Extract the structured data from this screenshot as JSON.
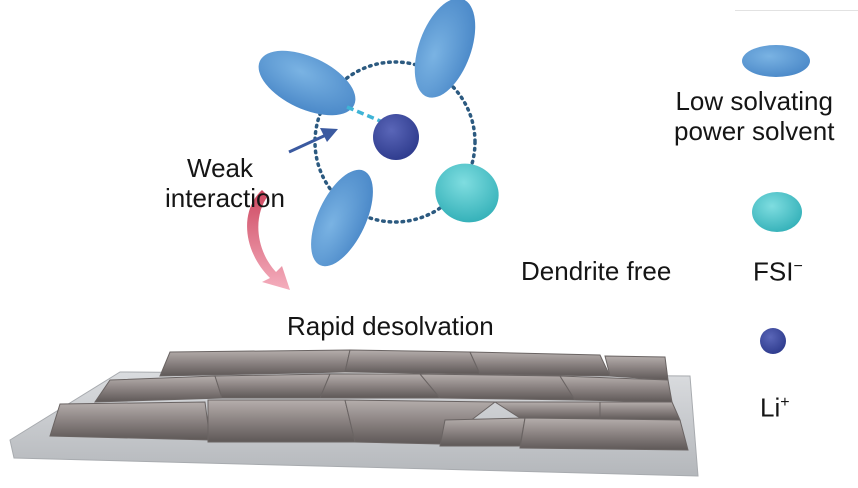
{
  "labels": {
    "weak_interaction_line1": "Weak",
    "weak_interaction_line2": "interaction",
    "rapid_desolvation": "Rapid desolvation",
    "dendrite_free": "Dendrite free"
  },
  "legend": {
    "items": [
      {
        "name": "solvent",
        "label_line1": "Low solvating",
        "label_line2": "power solvent",
        "color": "#5b9bd5"
      },
      {
        "name": "fsi",
        "label": "FSI",
        "superscript": "−",
        "color": "#45c3c8"
      },
      {
        "name": "li",
        "label": "Li",
        "superscript": "+",
        "color": "#3c4aa0"
      }
    ]
  },
  "colors": {
    "solvent": "#5b9bd5",
    "fsi": "#45c3c8",
    "li_ion": "#3c4aa0",
    "solvation_shell": "#2c5a80",
    "weak_bond": "#3fb4d6",
    "arrow_pointer": "#3b5aa0",
    "curved_arrow": "#d9506e",
    "lithium_metal": "#8f8887",
    "substrate": "#c9cbcf"
  }
}
